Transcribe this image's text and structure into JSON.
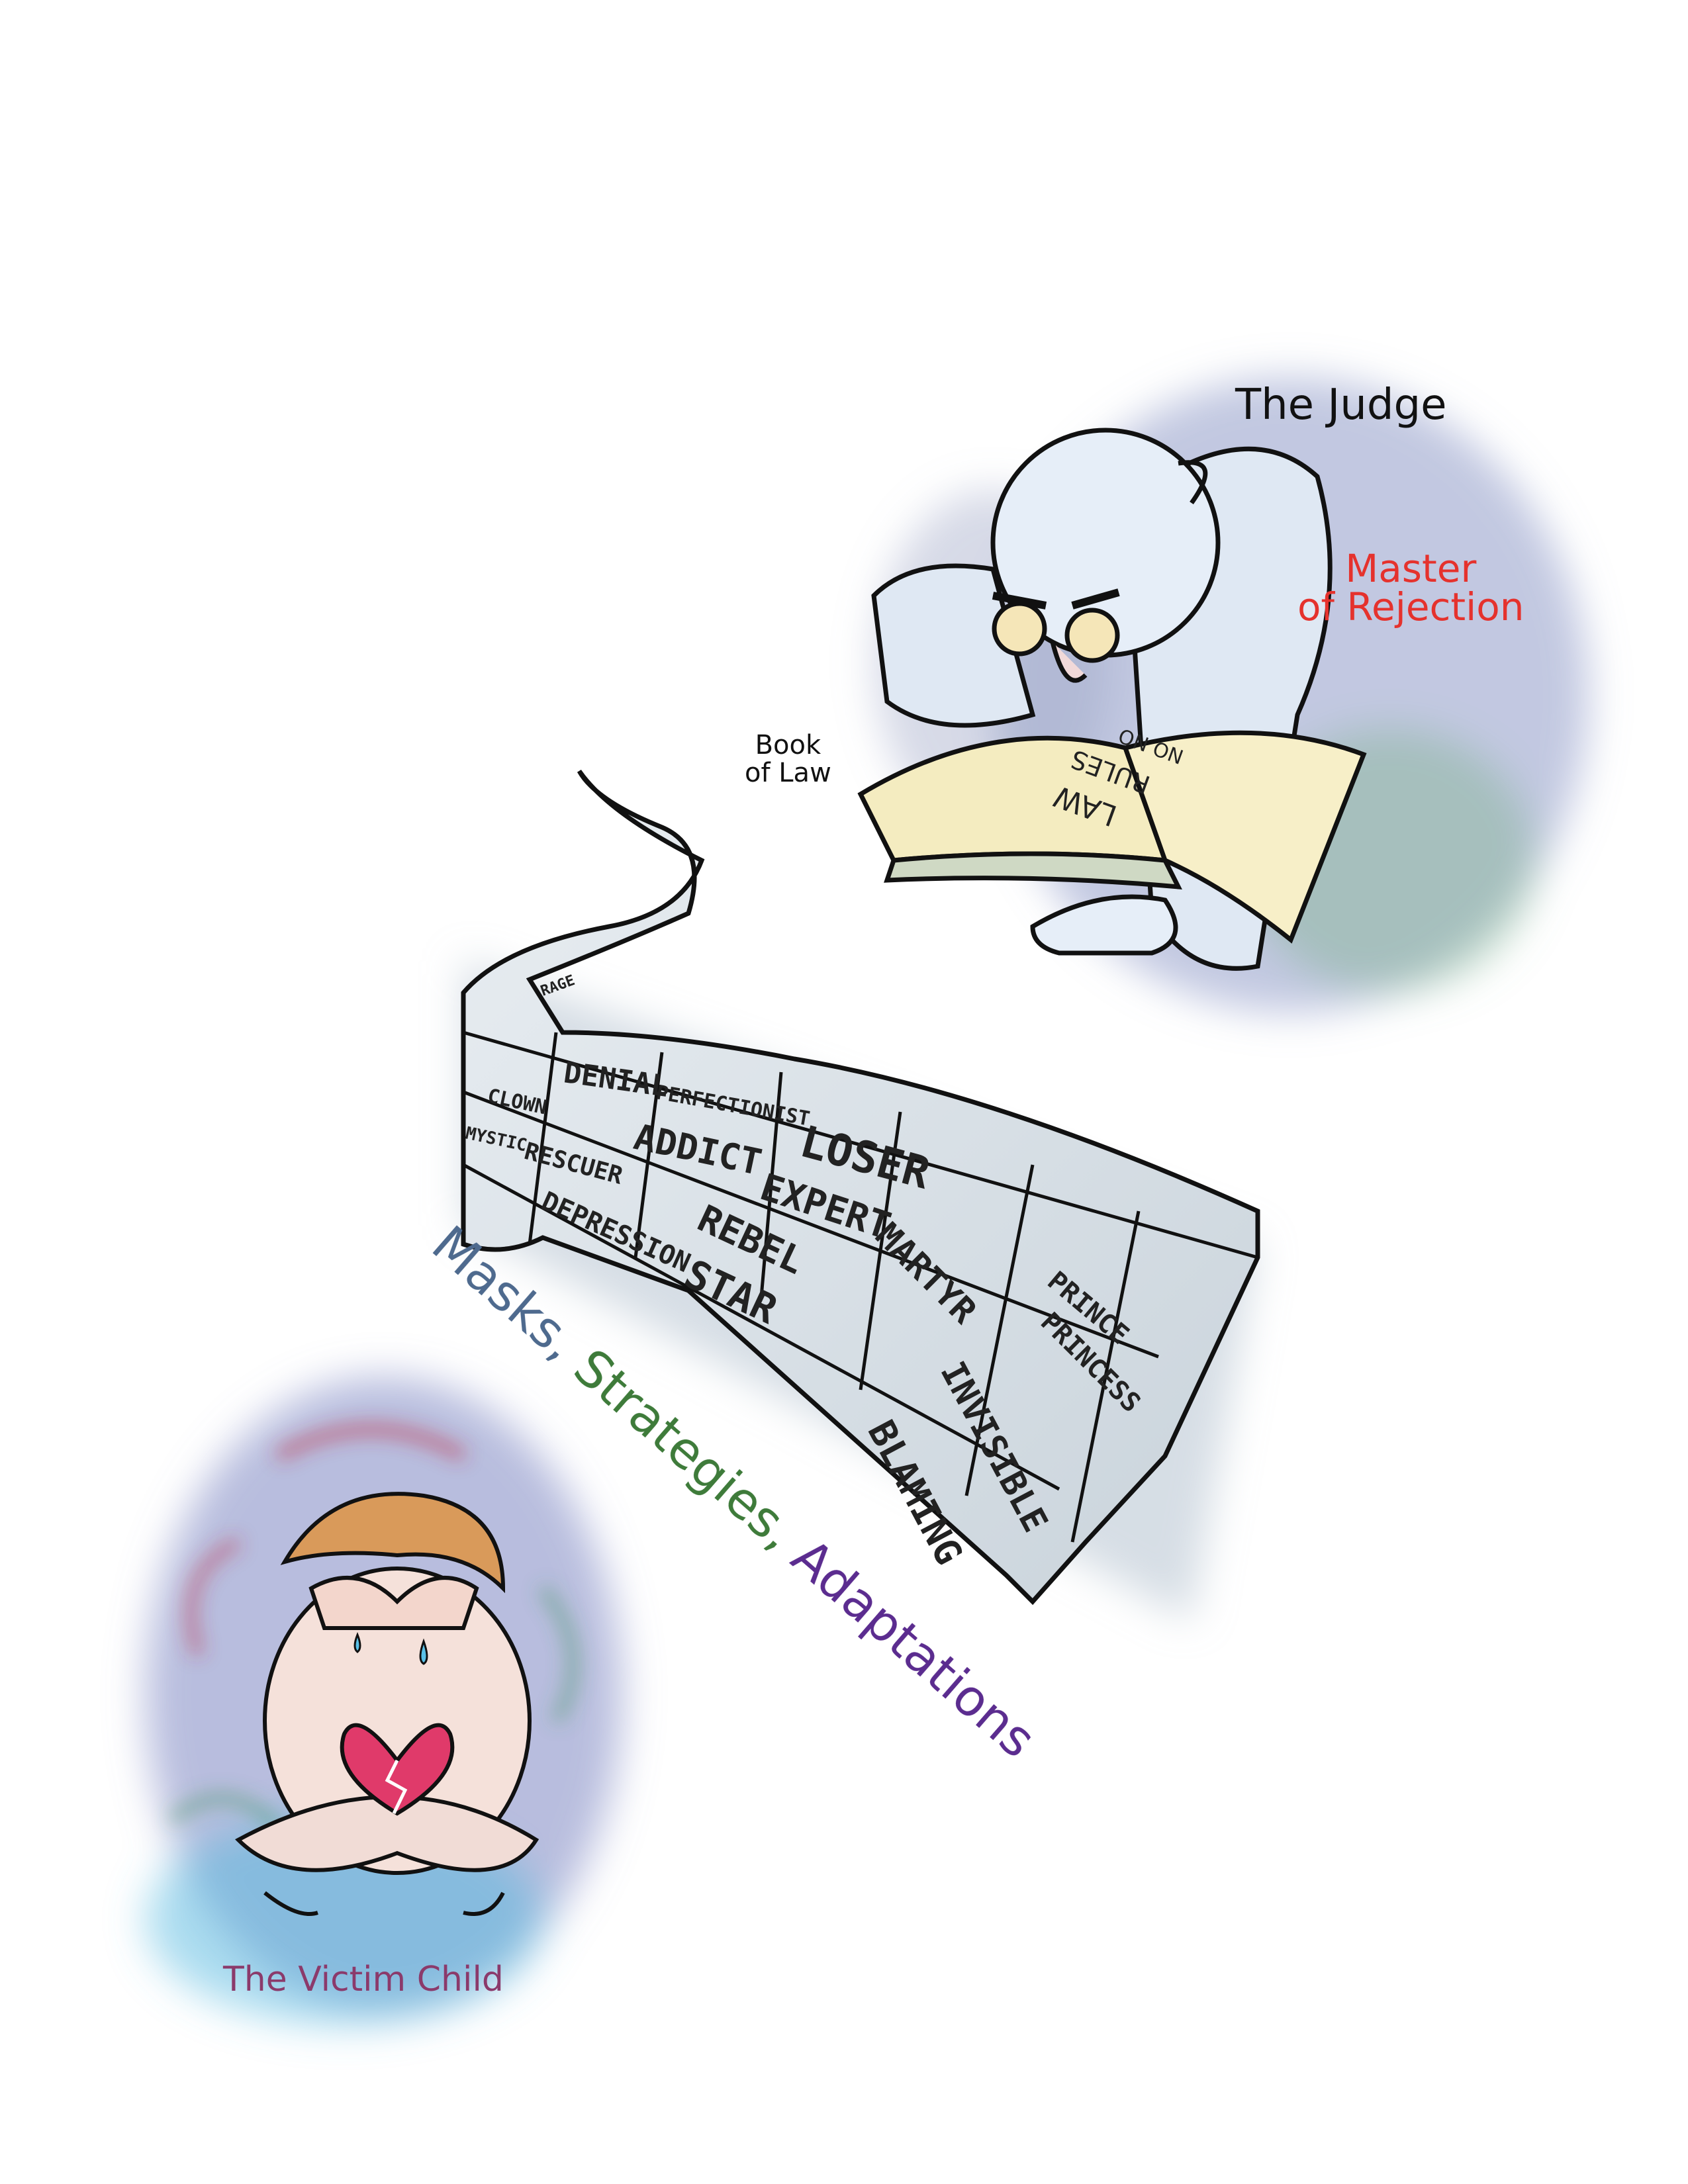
{
  "labels": {
    "judge": "The Judge",
    "master_line1": "Master",
    "master_line2": "of Rejection",
    "book_line1": "Book",
    "book_line2": "of Law",
    "victim": "The Victim Child",
    "masks": "Masks,",
    "strategies": "Strategies,",
    "adaptations": "Adaptations"
  },
  "book_pages": {
    "law": "LAW",
    "rules": "RULES",
    "no": "NO NO"
  },
  "wall_bricks": {
    "denial": "DENIAL",
    "perfectionist": "PERFECTIONIST",
    "clown": "CLOWN",
    "mystic": "MYSTIC",
    "rescuer": "RESCUER",
    "addict": "ADDICT",
    "loser": "LOSER",
    "expert": "EXPERT",
    "depression": "DEPRESSION",
    "rebel": "REBEL",
    "star": "STAR",
    "martyr": "MARTYR",
    "prince": "PRINCE",
    "princess": "PRINCESS",
    "invisible": "INVISIBLE",
    "blaming": "BLAMING",
    "rage": "RAGE"
  },
  "colors": {
    "master": "#e5322d",
    "victim": "#8b3a6b",
    "masks": "#4e6a8e",
    "strategies": "#3e7b3a",
    "adaptations": "#5b2c8f"
  }
}
